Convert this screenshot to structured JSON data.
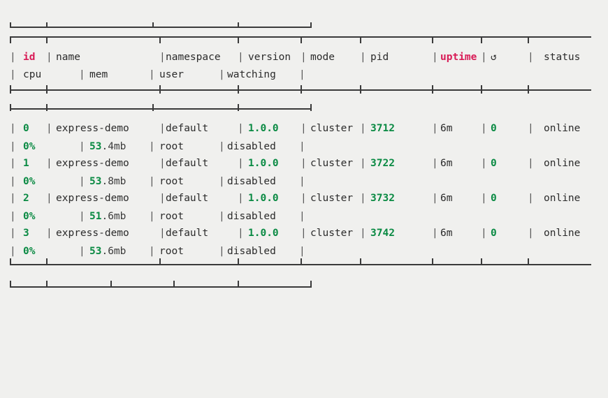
{
  "table": {
    "type": "pm2-process-list",
    "accent_key_color": "#d81b56",
    "accent_value_color": "#0a8a43",
    "background_color": "#f0f0ee",
    "text_color": "#2b2b2b",
    "rule_color": "#3a3a3a",
    "headers_primary": [
      {
        "label": "id",
        "color": "key"
      },
      {
        "label": "name",
        "color": "plain"
      },
      {
        "label": "namespace",
        "color": "plain"
      },
      {
        "label": "version",
        "color": "plain"
      },
      {
        "label": "mode",
        "color": "plain"
      },
      {
        "label": "pid",
        "color": "plain"
      },
      {
        "label": "uptime",
        "color": "key"
      },
      {
        "label": "↺",
        "color": "plain",
        "icon": "restart-icon"
      },
      {
        "label": "status",
        "color": "plain"
      }
    ],
    "headers_secondary": [
      {
        "label": "cpu",
        "color": "plain"
      },
      {
        "label": "mem",
        "color": "plain"
      },
      {
        "label": "user",
        "color": "plain"
      },
      {
        "label": "watching",
        "color": "plain"
      }
    ],
    "rows": [
      {
        "id": "0",
        "name": "express-demo",
        "namespace": "default",
        "version": "1.0.0",
        "mode": "cluster",
        "pid": "3712",
        "uptime": "6m",
        "restarts": "0",
        "status": "online",
        "cpu": "0%",
        "mem_value": "53",
        "mem_unit": ".4mb",
        "user": "root",
        "watching": "disabled"
      },
      {
        "id": "1",
        "name": "express-demo",
        "namespace": "default",
        "version": "1.0.0",
        "mode": "cluster",
        "pid": "3722",
        "uptime": "6m",
        "restarts": "0",
        "status": "online",
        "cpu": "0%",
        "mem_value": "53",
        "mem_unit": ".8mb",
        "user": "root",
        "watching": "disabled"
      },
      {
        "id": "2",
        "name": "express-demo",
        "namespace": "default",
        "version": "1.0.0",
        "mode": "cluster",
        "pid": "3732",
        "uptime": "6m",
        "restarts": "0",
        "status": "online",
        "cpu": "0%",
        "mem_value": "51",
        "mem_unit": ".6mb",
        "user": "root",
        "watching": "disabled"
      },
      {
        "id": "3",
        "name": "express-demo",
        "namespace": "default",
        "version": "1.0.0",
        "mode": "cluster",
        "pid": "3742",
        "uptime": "6m",
        "restarts": "0",
        "status": "online",
        "cpu": "0%",
        "mem_value": "53",
        "mem_unit": ".6mb",
        "user": "root",
        "watching": "disabled"
      }
    ]
  }
}
